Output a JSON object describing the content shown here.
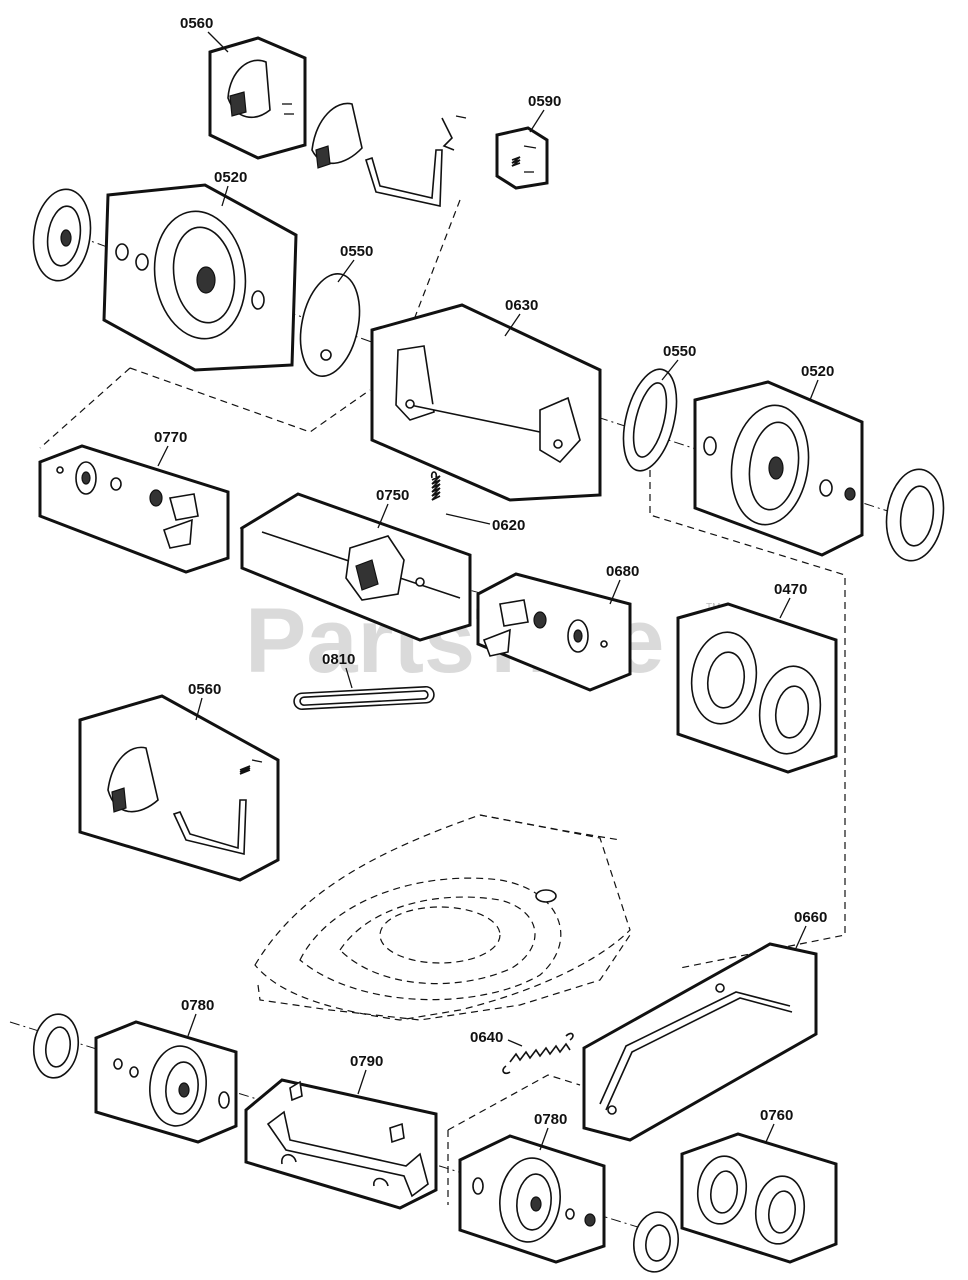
{
  "watermark": {
    "text": "PartsTree",
    "mark": "TM"
  },
  "callouts": {
    "c0560_top": "0560",
    "c0590": "0590",
    "c0520_left": "0520",
    "c0550_left": "0550",
    "c0630": "0630",
    "c0550_right": "0550",
    "c0520_right": "0520",
    "c0770": "0770",
    "c0750": "0750",
    "c0620": "0620",
    "c0680": "0680",
    "c0470": "0470",
    "c0810": "0810",
    "c0560_mid": "0560",
    "c0660": "0660",
    "c0780_left": "0780",
    "c0790": "0790",
    "c0640": "0640",
    "c0780_right": "0780",
    "c0760": "0760"
  }
}
